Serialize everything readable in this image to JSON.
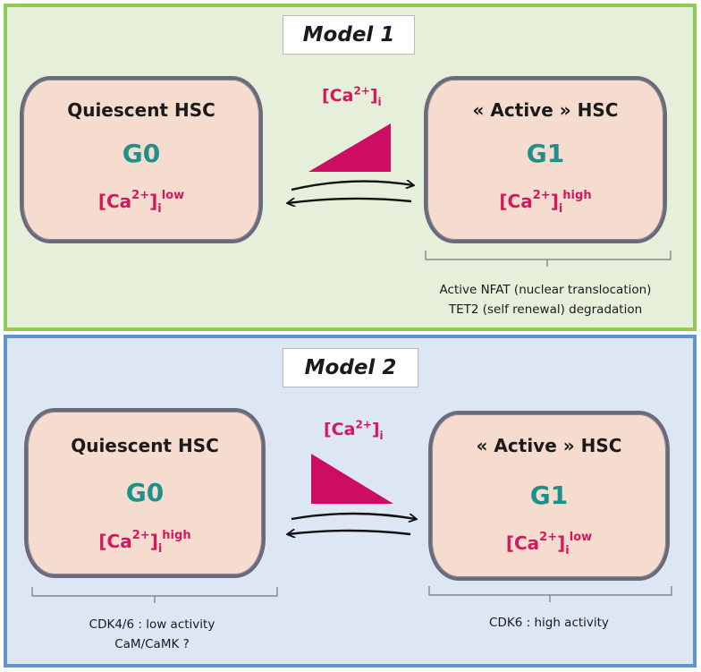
{
  "colors": {
    "model1_bg": "#e6efd9",
    "model1_border": "#8dcb55",
    "model2_bg": "#dde7f3",
    "model2_border": "#5f95cf",
    "cell_fill": "#f6dccf",
    "cell_border": "#6b6a7a",
    "phase": "#1f8f8a",
    "calcium": "#d4185e"
  },
  "model1": {
    "title": "Model 1",
    "ca_label": {
      "base": "[Ca",
      "sup": "2+",
      "close": "]",
      "sub": "i"
    },
    "gradient": "increasing",
    "left_cell": {
      "name": "Quiescent HSC",
      "phase": "G0",
      "ca": {
        "base": "[Ca",
        "sup": "2+",
        "close": "]",
        "sub": "i",
        "level": "low"
      }
    },
    "right_cell": {
      "name": "« Active » HSC",
      "phase": "G1",
      "ca": {
        "base": "[Ca",
        "sup": "2+",
        "close": "]",
        "sub": "i",
        "level": "high"
      }
    },
    "note_right": [
      "Active NFAT (nuclear translocation)",
      "TET2 (self renewal) degradation"
    ]
  },
  "model2": {
    "title": "Model 2",
    "ca_label": {
      "base": "[Ca",
      "sup": "2+",
      "close": "]",
      "sub": "i"
    },
    "gradient": "decreasing",
    "left_cell": {
      "name": "Quiescent HSC",
      "phase": "G0",
      "ca": {
        "base": "[Ca",
        "sup": "2+",
        "close": "]",
        "sub": "i",
        "level": "high"
      }
    },
    "right_cell": {
      "name": "« Active » HSC",
      "phase": "G1",
      "ca": {
        "base": "[Ca",
        "sup": "2+",
        "close": "]",
        "sub": "i",
        "level": "low"
      }
    },
    "note_left": [
      "CDK4/6 : low activity",
      "CaM/CaMK ?"
    ],
    "note_right": [
      "CDK6 : high activity"
    ]
  }
}
